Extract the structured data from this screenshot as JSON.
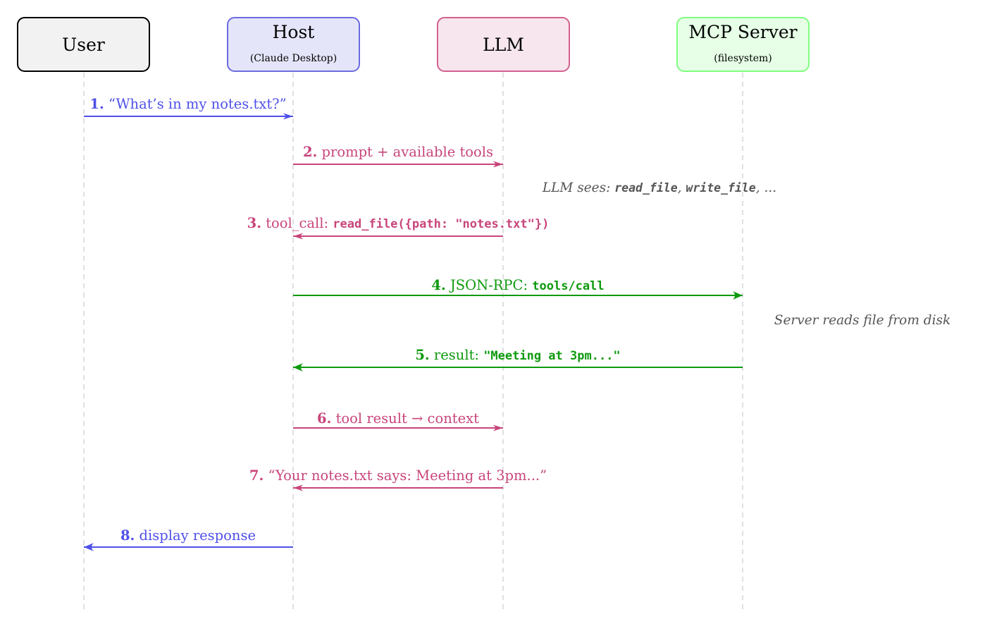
{
  "colors": {
    "user": "#5050e8",
    "llm": "#c8457b",
    "mcp": "#0e9a0e",
    "note": "#555555",
    "lifeline": "#cfcfcf"
  },
  "actors": [
    {
      "id": "user",
      "name": "User",
      "subtitle": "",
      "stroke": "#000000",
      "fill": "#f2f2f2"
    },
    {
      "id": "host",
      "name": "Host",
      "subtitle": "(Claude Desktop)",
      "stroke": "#6b6bdf",
      "fill": "#e5e5fa"
    },
    {
      "id": "llm",
      "name": "LLM",
      "subtitle": "",
      "stroke": "#d3608f",
      "fill": "#f7e6ed"
    },
    {
      "id": "mcp",
      "name": "MCP Server",
      "subtitle": "(filesystem)",
      "stroke": "#7fff7f",
      "fill": "#e6ffe6"
    }
  ],
  "messages": [
    {
      "num": "1.",
      "text": "“What’s in my notes.txt?”",
      "code": "",
      "suffix": "",
      "from": "user",
      "to": "host",
      "color": "user",
      "arrow": "open"
    },
    {
      "num": "2.",
      "text": "prompt + available tools",
      "code": "",
      "suffix": "",
      "from": "host",
      "to": "llm",
      "color": "llm",
      "arrow": "open"
    },
    {
      "num": "3.",
      "text": "tool_call: ",
      "code": "read_file({path: \"notes.txt\"})",
      "suffix": "",
      "from": "llm",
      "to": "host",
      "color": "llm",
      "arrow": "open"
    },
    {
      "num": "4.",
      "text": "JSON-RPC: ",
      "code": "tools/call",
      "suffix": "",
      "from": "host",
      "to": "mcp",
      "color": "mcp",
      "arrow": "solid"
    },
    {
      "num": "5.",
      "text": "result: ",
      "code": "\"Meeting at 3pm...\"",
      "suffix": "",
      "from": "mcp",
      "to": "host",
      "color": "mcp",
      "arrow": "solid"
    },
    {
      "num": "6.",
      "text": "tool result → context",
      "code": "",
      "suffix": "",
      "from": "host",
      "to": "llm",
      "color": "llm",
      "arrow": "open"
    },
    {
      "num": "7.",
      "text": "“Your notes.txt says: Meeting at 3pm...”",
      "code": "",
      "suffix": "",
      "from": "llm",
      "to": "host",
      "color": "llm",
      "arrow": "open"
    },
    {
      "num": "8.",
      "text": "display response",
      "code": "",
      "suffix": "",
      "from": "host",
      "to": "user",
      "color": "user",
      "arrow": "solid"
    }
  ],
  "notes": [
    {
      "prefix": "LLM sees: ",
      "code1": "read_file",
      "sep": ", ",
      "code2": "write_file",
      "suffix": ", ..."
    },
    {
      "prefix": "Server reads file from disk",
      "code1": "",
      "sep": "",
      "code2": "",
      "suffix": ""
    }
  ]
}
